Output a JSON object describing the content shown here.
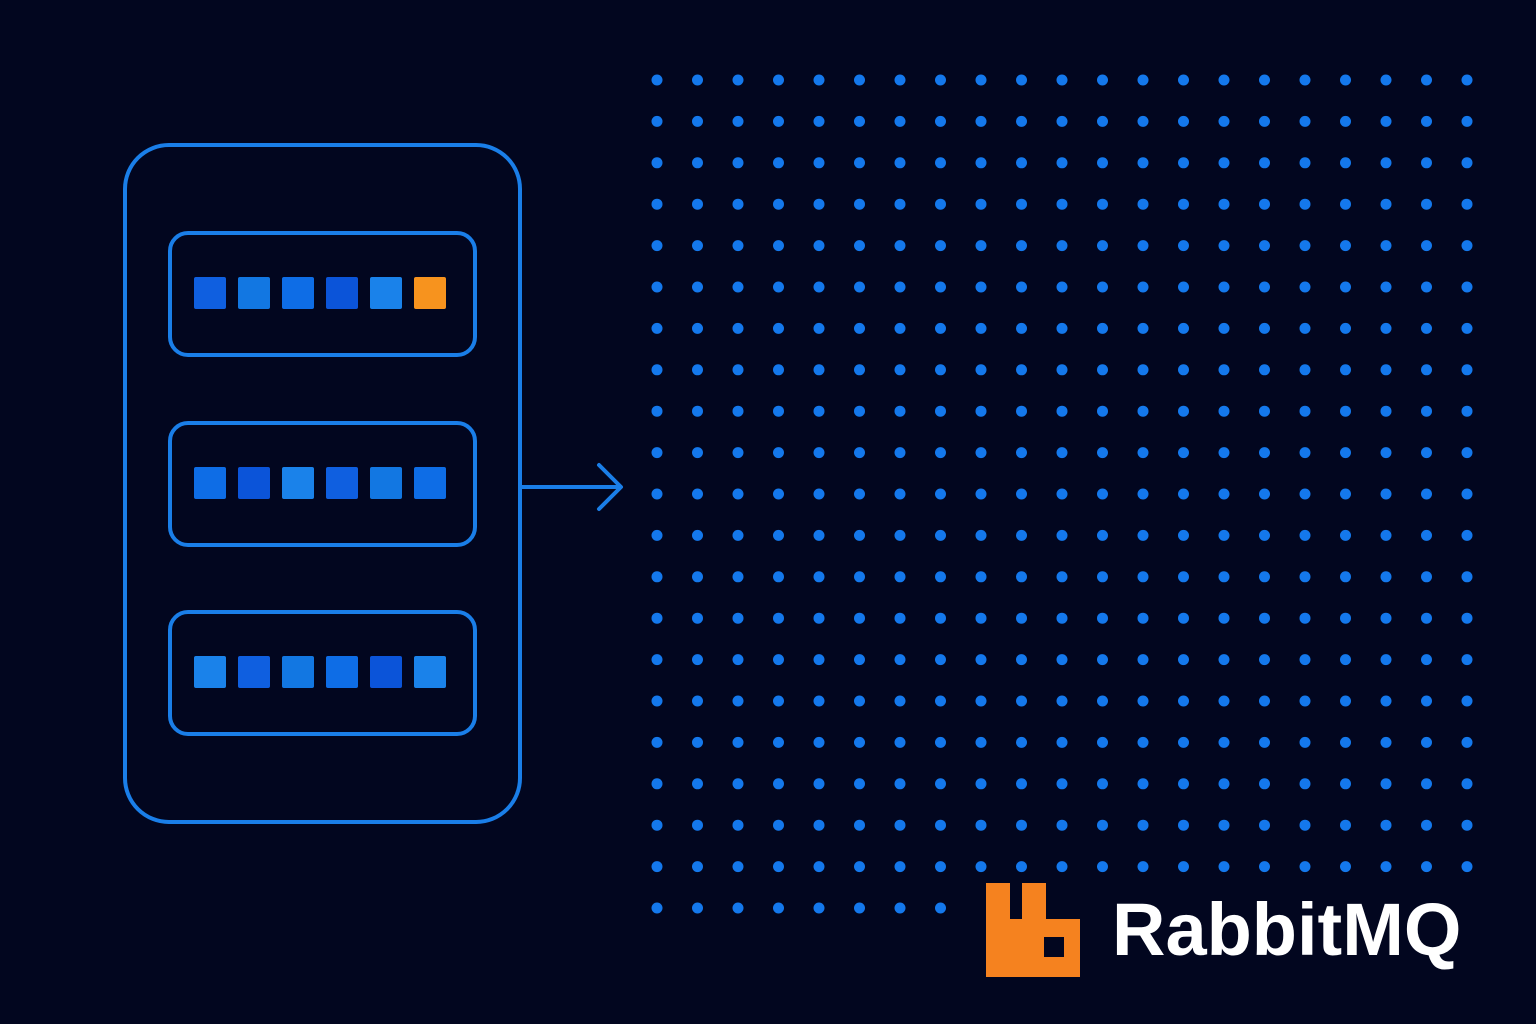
{
  "colors": {
    "background": "#02061f",
    "outline": "#1a7ee8",
    "block_colors": [
      "#0f5fe0",
      "#1277e2",
      "#0e6de6",
      "#0b54d9",
      "#1a82ea"
    ],
    "highlight": "#f7931e",
    "dot": "#1478ec",
    "brand_text": "#ffffff",
    "logo": "#f5821f"
  },
  "server": {
    "slots": [
      {
        "blocks": [
          "blue",
          "blue",
          "blue",
          "blue",
          "blue",
          "orange"
        ]
      },
      {
        "blocks": [
          "blue",
          "blue",
          "blue",
          "blue",
          "blue",
          "blue"
        ]
      },
      {
        "blocks": [
          "blue",
          "blue",
          "blue",
          "blue",
          "blue",
          "blue"
        ]
      }
    ]
  },
  "dot_grid": {
    "columns": 21,
    "rows": 21
  },
  "icons": {
    "arrow": "arrow-right-icon",
    "logo": "rabbitmq-logo-icon"
  },
  "brand": {
    "name": "RabbitMQ"
  }
}
